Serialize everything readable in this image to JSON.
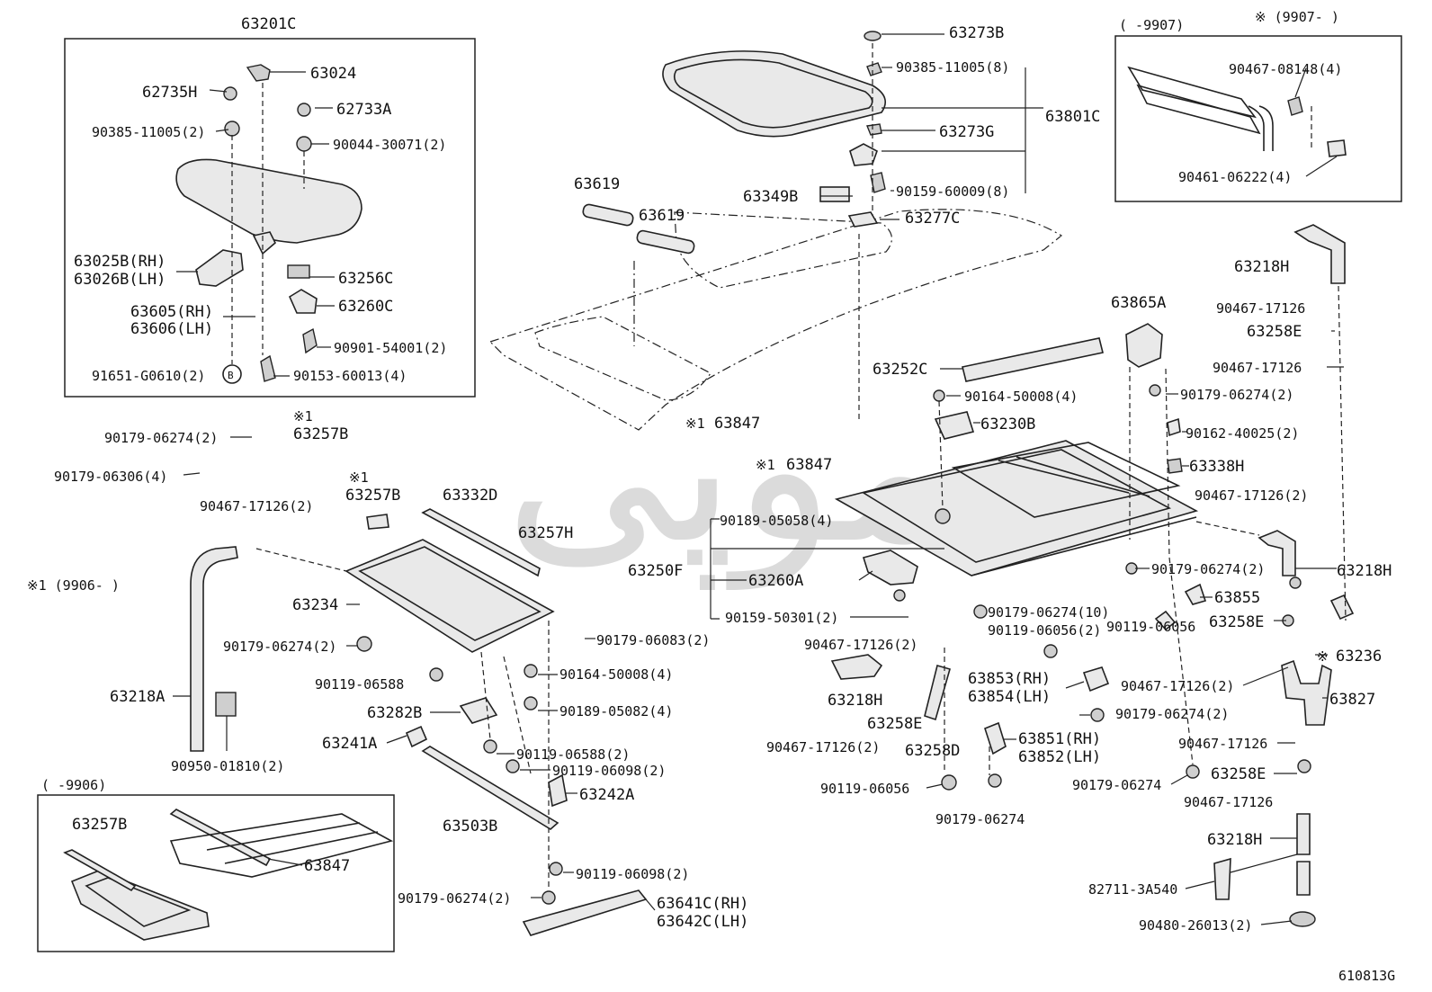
{
  "diagram": {
    "code": "610813G",
    "watermark": "موپی",
    "insets": {
      "main_assy": "63201C",
      "early": "( -9906)",
      "early_top": "( -9907)",
      "late_top": "※ (9907- )",
      "late_note": "※1 (9906- )"
    },
    "labels": [
      "63201C",
      "63024",
      "62735H",
      "62733A",
      "90385-11005(2)",
      "90044-30071(2)",
      "63025B(RH)",
      "63026B(LH)",
      "63256C",
      "63260C",
      "63605(RH)",
      "63606(LH)",
      "90901-54001(2)",
      "91651-G0610(2)",
      "90153-60013(4)",
      "90179-06274(2)",
      "90179-06306(4)",
      "※1",
      "63257B",
      "90467-17126(2)",
      "※1",
      "63257B",
      "63332D",
      "63257H",
      "63234",
      "90179-06274(2)",
      "90179-06083(2)",
      "90119-06588",
      "90164-50008(4)",
      "90189-05082(4)",
      "63282B",
      "63241A",
      "90119-06588(2)",
      "90119-06098(2)",
      "63242A",
      "63503B",
      "90119-06098(2)",
      "90179-06274(2)",
      "63641C(RH)",
      "63642C(LH)",
      "63218A",
      "90950-01810(2)",
      "63257B",
      "63847",
      "63619",
      "63619",
      "63273B",
      "90385-11005(8)",
      "63801C",
      "63273G",
      "63349B",
      "90159-60009(8)",
      "63277C",
      "63252C",
      "90164-50008(4)",
      "63230B",
      "※1",
      "63847",
      "※1",
      "63847",
      "90189-05058(4)",
      "63250F",
      "63260A",
      "90159-50301(2)",
      "90179-06274(10)",
      "90119-06056(2)",
      "90467-17126(2)",
      "63218H",
      "63258E",
      "63258D",
      "90467-17126(2)",
      "63853(RH)",
      "63854(LH)",
      "63851(RH)",
      "63852(LH)",
      "90119-06056",
      "90179-06274",
      "90179-06274(2)",
      "63865A",
      "90179-06274(2)",
      "90162-40025(2)",
      "63338H",
      "90467-17126(2)",
      "90179-06274(2)",
      "63855",
      "90119-06056",
      "63258E",
      "※",
      "63236",
      "90467-17126(2)",
      "63827",
      "90467-17126",
      "63258E",
      "90179-06274",
      "90467-17126",
      "63218H",
      "82711-3A540",
      "90480-26013(2)",
      "63218H",
      "90467-17126",
      "63258E",
      "90467-17126",
      "90467-08148(4)",
      "90461-06222(4)"
    ]
  }
}
